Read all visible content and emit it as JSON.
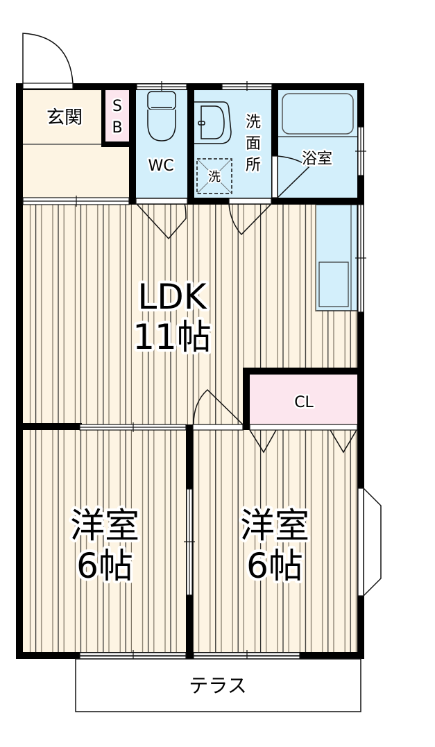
{
  "floorplan": {
    "layout": "2LDK",
    "colors": {
      "floor": "#fdf4e3",
      "floor_line_dark": "#222222",
      "floor_line_light": "#8a8170",
      "wet_area": "#d3effb",
      "storage": "#fce6ee",
      "wall": "#000000",
      "background": "#ffffff"
    },
    "rooms": {
      "entrance": {
        "label": "玄関"
      },
      "shoe_box": {
        "label_line1": "S",
        "label_line2": "B"
      },
      "toilet": {
        "label": "WC"
      },
      "washroom": {
        "label_line1": "洗",
        "label_line2": "面",
        "label_line3": "所",
        "washer_label": "洗"
      },
      "bathroom": {
        "label": "浴室"
      },
      "ldk": {
        "label": "LDK",
        "size": "11帖"
      },
      "closet": {
        "label": "CL"
      },
      "western_room_1": {
        "label": "洋室",
        "size": "6帖"
      },
      "western_room_2": {
        "label": "洋室",
        "size": "6帖"
      },
      "terrace": {
        "label": "テラス"
      }
    }
  }
}
